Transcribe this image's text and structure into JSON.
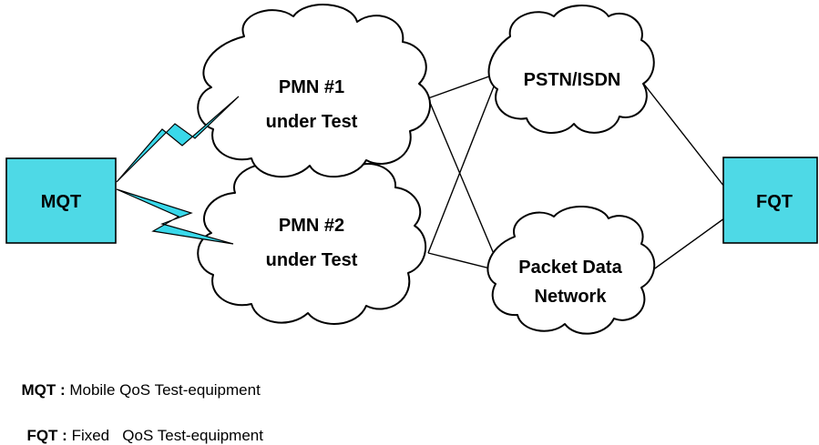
{
  "colors": {
    "box_fill": "#4ed9e6",
    "bolt_fill": "#39d8ea",
    "line": "#000000"
  },
  "nodes": {
    "mqt": {
      "label": "MQT"
    },
    "fqt": {
      "label": "FQT"
    },
    "pmn1": {
      "line1": "PMN #1",
      "line2": "under Test"
    },
    "pmn2": {
      "line1": "PMN #2",
      "line2": "under Test"
    },
    "pstn": {
      "line1": "PSTN/ISDN"
    },
    "pdn": {
      "line1": "Packet Data",
      "line2": "Network"
    }
  },
  "legend": [
    {
      "abbr": "MQT :",
      "text": " Mobile QoS Test-equipment"
    },
    {
      "abbr": "FQT :",
      "text": " Fixed   QoS Test-equipment"
    }
  ]
}
